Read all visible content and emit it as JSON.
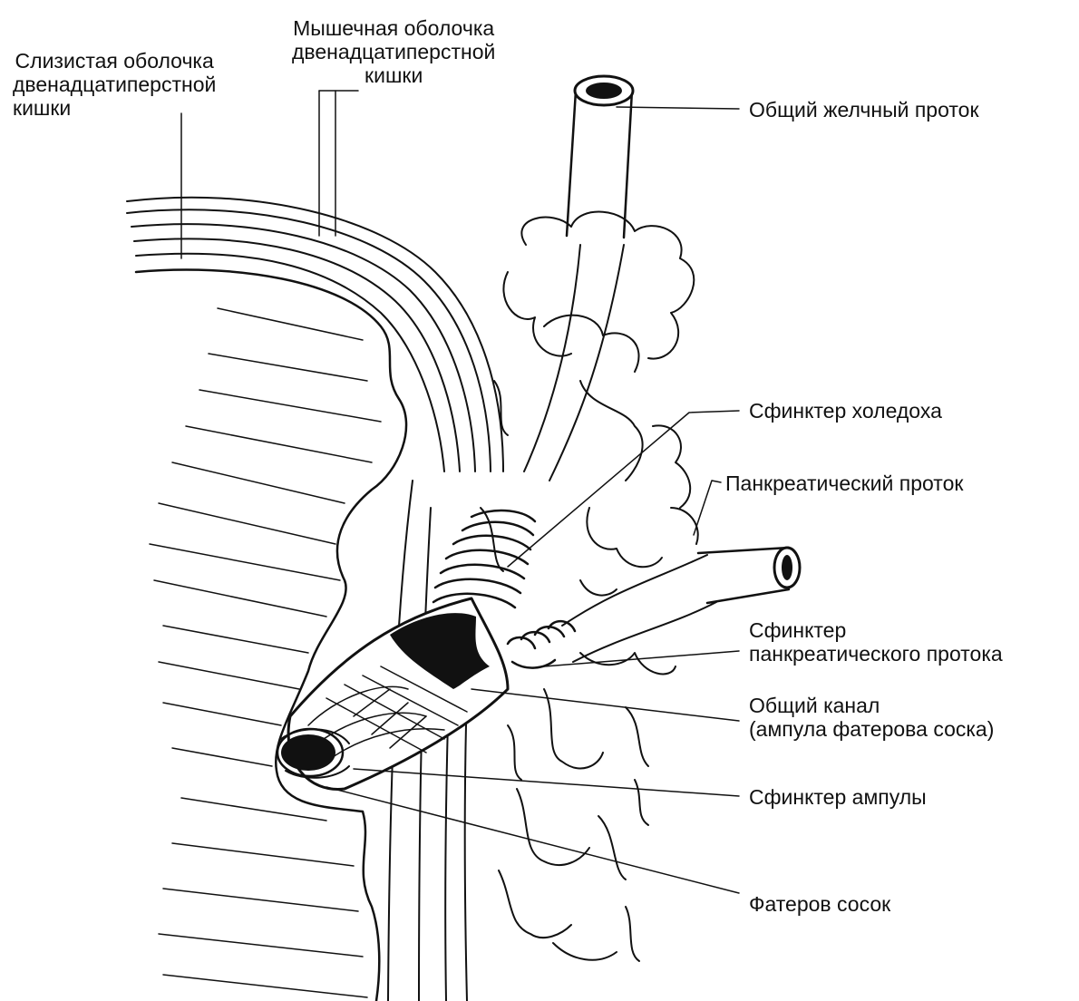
{
  "colors": {
    "ink": "#111111",
    "background": "#ffffff"
  },
  "labels": {
    "mucosa": [
      "Слизистая оболочка",
      "двенадцатиперстной",
      "кишки"
    ],
    "muscular": [
      "Мышечная оболочка",
      "двенадцатиперстной",
      "кишки"
    ],
    "common_bile_duct": "Общий желчный проток",
    "choledochal_sphincter": "Сфинктер холедоха",
    "pancreatic_duct": "Панкреатический проток",
    "pancreatic_sphincter": [
      "Сфинктер",
      "панкреатического протока"
    ],
    "common_channel": [
      "Общий канал",
      "(ампула фатерова соска)"
    ],
    "ampulla_sphincter": "Сфинктер ампулы",
    "papilla": "Фатеров сосок"
  }
}
